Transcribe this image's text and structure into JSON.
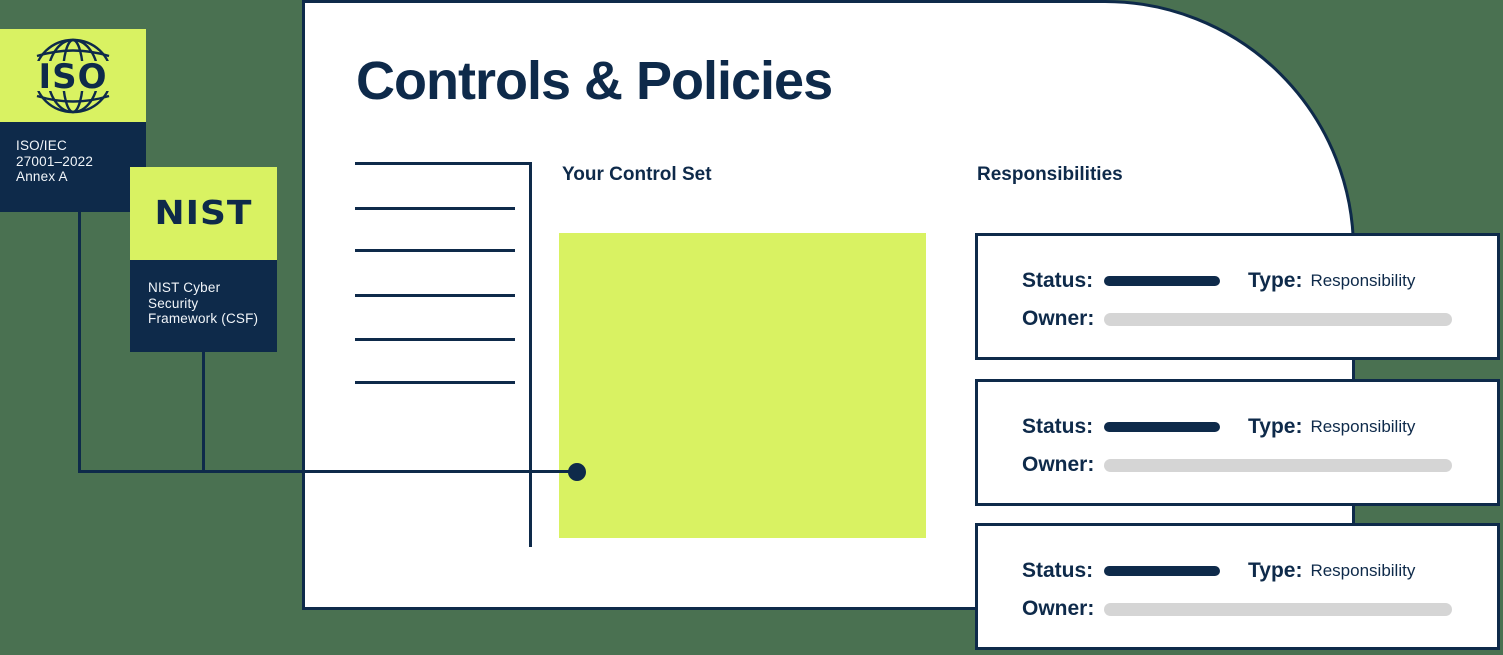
{
  "colors": {
    "background": "#4a7151",
    "navy": "#0e2a4a",
    "lime": "#d9f262",
    "owner_bar_gray": "#d5d5d5",
    "card_white": "#ffffff"
  },
  "iso_badge": {
    "logo_text": "ISO",
    "label_lines": [
      "ISO/IEC",
      "27001–2022",
      "Annex A"
    ]
  },
  "nist_badge": {
    "logo_text": "NIST",
    "label_lines": [
      "NIST Cyber",
      "Security",
      "Framework (CSF)"
    ]
  },
  "main_card": {
    "title": "Controls & Policies",
    "control_set_label": "Your Control Set",
    "responsibilities_label": "Responsibilities"
  },
  "responsibility_cards": [
    {
      "status_label": "Status:",
      "type_label": "Type:",
      "type_value": "Responsibility",
      "owner_label": "Owner:"
    },
    {
      "status_label": "Status:",
      "type_label": "Type:",
      "type_value": "Responsibility",
      "owner_label": "Owner:"
    },
    {
      "status_label": "Status:",
      "type_label": "Type:",
      "type_value": "Responsibility",
      "owner_label": "Owner:"
    }
  ]
}
